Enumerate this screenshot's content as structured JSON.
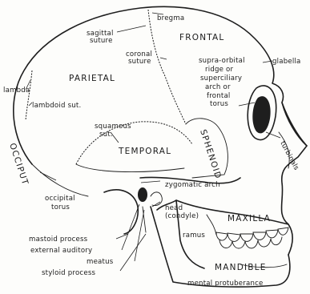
{
  "labels": {
    "bregma": "bregma",
    "sagittal": "sagittal",
    "suture1": "suture",
    "coronal": "coronal",
    "suture2": "suture",
    "frontal": "FRONTAL",
    "glabella": "glabella",
    "parietal": "PARIETAL",
    "supraorbital1": "supra-orbital",
    "supraorbital2": "ridge or",
    "supraorbital3": "superciliary",
    "supraorbital4": "arch or",
    "supraorbital5": "frontal",
    "supraorbital6": "torus",
    "lambda": "lambda",
    "lambdoid": "lambdoid sut.",
    "squamous1": "squamous",
    "squamous2": "sut.",
    "turbinals": "turbinals",
    "sphenoid": "SPHENOID",
    "temporal": "TEMPORAL",
    "occiput": "OCCIPUT",
    "zygomatic": "zygomatic arch",
    "occipital1": "occipital",
    "occipital2": "torus",
    "head1": "head",
    "head2": "(condyle)",
    "maxilla": "MAXILLA",
    "ramus": "ramus",
    "mastoid": "mastoid process",
    "external": "external auditory",
    "meatus": "meatus",
    "styloid": "styloid  process",
    "mandible": "MANDIBLE",
    "mental": "mental protuberance"
  },
  "colors": {
    "ink": "#1e1e1e",
    "paper": "#fdfdfb"
  }
}
